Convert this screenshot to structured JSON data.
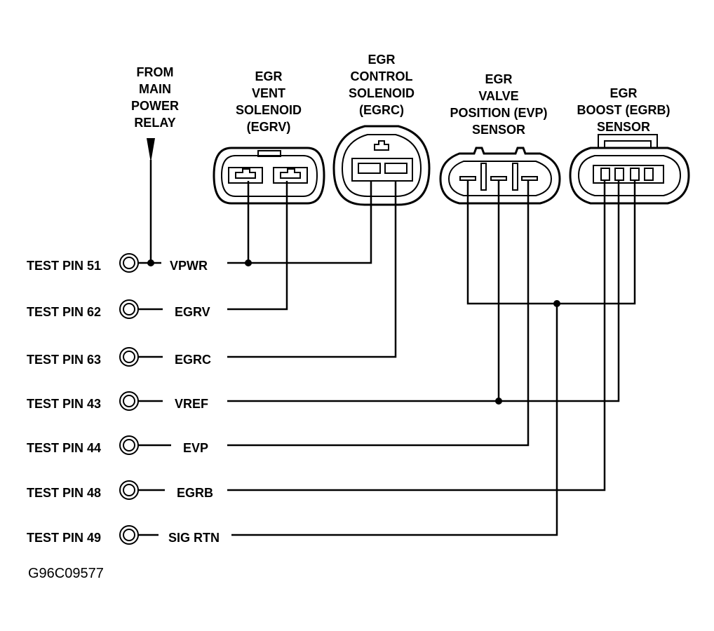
{
  "headers": {
    "power": [
      "FROM",
      "MAIN",
      "POWER",
      "RELAY"
    ],
    "egrv": [
      "EGR",
      "VENT",
      "SOLENOID",
      "(EGRV)"
    ],
    "egrc": [
      "EGR",
      "CONTROL",
      "SOLENOID",
      "(EGRC)"
    ],
    "evp": [
      "EGR",
      "VALVE",
      "POSITION (EVP)",
      "SENSOR"
    ],
    "egrb": [
      "EGR",
      "BOOST (EGRB)",
      "SENSOR"
    ]
  },
  "pins": [
    {
      "test": "TEST PIN 51",
      "signal": "VPWR"
    },
    {
      "test": "TEST PIN 62",
      "signal": "EGRV"
    },
    {
      "test": "TEST PIN 63",
      "signal": "EGRC"
    },
    {
      "test": "TEST PIN 43",
      "signal": "VREF"
    },
    {
      "test": "TEST PIN 44",
      "signal": "EVP"
    },
    {
      "test": "TEST PIN 48",
      "signal": "EGRB"
    },
    {
      "test": "TEST PIN 49",
      "signal": "SIG RTN"
    }
  ],
  "figure_code": "G96C09577"
}
